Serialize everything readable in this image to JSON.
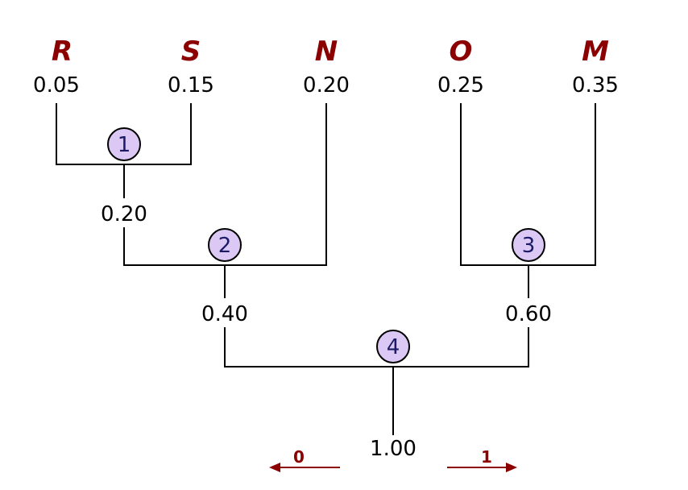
{
  "leaves": [
    {
      "symbol": "R",
      "probability": "0.05"
    },
    {
      "symbol": "S",
      "probability": "0.15"
    },
    {
      "symbol": "N",
      "probability": "0.20"
    },
    {
      "symbol": "O",
      "probability": "0.25"
    },
    {
      "symbol": "M",
      "probability": "0.35"
    }
  ],
  "merges": [
    {
      "step": "1",
      "probability": "0.20"
    },
    {
      "step": "2",
      "probability": "0.40"
    },
    {
      "step": "3",
      "probability": "0.60"
    },
    {
      "step": "4",
      "probability": "1.00"
    }
  ],
  "legend": {
    "left_bit": "0",
    "right_bit": "1"
  },
  "colors": {
    "symbol": "#8b0000",
    "node_fill": "#dcc8f5"
  }
}
